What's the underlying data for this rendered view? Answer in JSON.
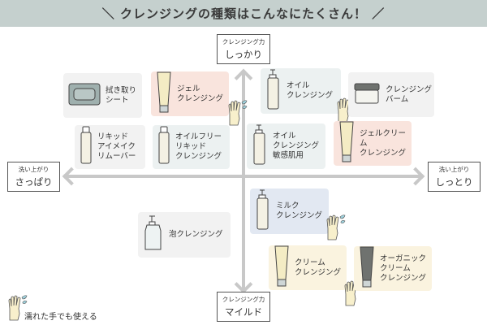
{
  "title": "＼ クレンジングの種類はこんなにたくさん！ ／",
  "axes": {
    "top": {
      "small": "クレンジング力",
      "big": "しっかり"
    },
    "bottom": {
      "small": "クレンジング力",
      "big": "マイルド"
    },
    "left": {
      "small": "洗い上がり",
      "big": "さっぱり"
    },
    "right": {
      "small": "洗い上がり",
      "big": "しっとり"
    }
  },
  "colors": {
    "header": "#c5d0ce",
    "gray": "#f2f2f2",
    "pink": "#f9e4dd",
    "bluegray": "#ecf1f1",
    "blue": "#e2e8f2",
    "cream": "#faf3df"
  },
  "cards": [
    {
      "label": "拭き取り\nシート",
      "icon": "wipe-sheet-pack",
      "color": "gray",
      "wet_hands_ok": false
    },
    {
      "label": "ジェル\nクレンジング",
      "icon": "tube",
      "color": "pink",
      "wet_hands_ok": true
    },
    {
      "label": "オイル\nクレンジング",
      "icon": "pump-bottle",
      "color": "bluegray",
      "wet_hands_ok": true
    },
    {
      "label": "クレンジング\nバーム",
      "icon": "jar",
      "color": "gray",
      "wet_hands_ok": false
    },
    {
      "label": "リキッド\nアイメイク\nリムーバー",
      "icon": "bottle",
      "color": "gray",
      "wet_hands_ok": false
    },
    {
      "label": "オイルフリー\nリキッド\nクレンジング",
      "icon": "bottle",
      "color": "bluegray",
      "wet_hands_ok": false
    },
    {
      "label": "オイル\nクレンジング\n敏感肌用",
      "icon": "pump-bottle",
      "color": "bluegray",
      "wet_hands_ok": false
    },
    {
      "label": "ジェルクリーム\nクレンジング",
      "icon": "tube",
      "color": "pink",
      "wet_hands_ok": false
    },
    {
      "label": "ミルク\nクレンジング",
      "icon": "pump-bottle",
      "color": "blue",
      "wet_hands_ok": true
    },
    {
      "label": "泡クレンジング",
      "icon": "foam-pump-bottle",
      "color": "gray",
      "wet_hands_ok": false
    },
    {
      "label": "クリーム\nクレンジング",
      "icon": "tube",
      "color": "cream",
      "wet_hands_ok": true
    },
    {
      "label": "オーガニック\nクリーム\nクレンジング",
      "icon": "dark-tube",
      "color": "cream",
      "wet_hands_ok": false
    }
  ],
  "legend": {
    "icon": "wet-hand",
    "text": "濡れた手でも使える"
  }
}
